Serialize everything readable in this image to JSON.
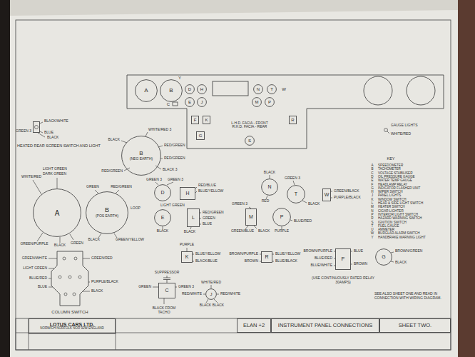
{
  "diagram": {
    "nodes": [
      {
        "text": [
          "L.H.D. FACIA - FRONT",
          "R.H.D. FACIA - REAR"
        ]
      },
      {
        "text": [
          "A"
        ],
        "in": 0
      },
      {
        "text": [
          "B"
        ],
        "in": 0
      },
      {
        "text": [
          "D"
        ],
        "in": 0
      },
      {
        "text": [
          "H"
        ],
        "in": 0
      },
      {
        "text": [
          "E"
        ],
        "in": 0
      },
      {
        "text": [
          "J"
        ],
        "in": 0
      },
      {
        "text": [
          "M"
        ],
        "in": 0
      },
      {
        "text": [
          "P"
        ],
        "in": 0
      },
      {
        "text": [
          "N"
        ],
        "in": 0
      },
      {
        "text": [
          "T"
        ],
        "in": 0
      },
      {
        "text": [
          "F"
        ],
        "in": 0
      },
      {
        "text": [
          "K"
        ],
        "in": 0
      },
      {
        "text": [
          "G"
        ],
        "in": 0
      },
      {
        "text": [
          "R"
        ],
        "in": 0
      },
      {
        "text": [
          "S"
        ],
        "in": 0
      },
      {
        "text": [
          "HEATED REAR SCREEN SWITCH AND LIGHT"
        ]
      },
      {
        "text": [
          "B",
          "(NEG EARTH)"
        ]
      },
      {
        "text": [
          "A"
        ]
      },
      {
        "text": [
          "B",
          "(POS EARTH)"
        ]
      },
      {
        "text": [
          "D"
        ]
      },
      {
        "text": [
          "H"
        ]
      },
      {
        "text": [
          "E"
        ]
      },
      {
        "text": [
          "L"
        ]
      },
      {
        "text": [
          "N"
        ]
      },
      {
        "text": [
          "T"
        ]
      },
      {
        "text": [
          "W"
        ]
      },
      {
        "text": [
          "M"
        ]
      },
      {
        "text": [
          "P"
        ]
      },
      {
        "text": [
          "COLUMN SWITCH"
        ]
      },
      {
        "text": [
          "K"
        ]
      },
      {
        "text": [
          "C"
        ]
      },
      {
        "text": [
          "J"
        ]
      },
      {
        "text": [
          "R"
        ]
      },
      {
        "text": [
          "F"
        ]
      },
      {
        "text": [
          "G"
        ]
      },
      {
        "text": [
          "LOTUS CARS LTD.",
          "NORWICH NORFOLK NOR 92W ENGLAND"
        ]
      },
      {
        "text": [
          "ELAN +2"
        ]
      },
      {
        "text": [
          "INSTRUMENT PANEL CONNECTIONS"
        ]
      },
      {
        "text": [
          "SHEET TWO."
        ]
      }
    ],
    "labels": [
      "Y",
      "C",
      "W",
      "GAUGE LIGHTS",
      "WHITE/RED",
      "KEY",
      "A",
      "SPEEDOMETER",
      "B",
      "TACHOMETER",
      "C",
      "VOLTAGE STABILISER",
      "D",
      "OIL PRESSURE GAUGE",
      "E",
      "WATER TEMP GAUGE",
      "F",
      "HEADLAMP RELAY",
      "G",
      "INDICATOR FLASHER UNIT",
      "H",
      "WIPER SWITCH",
      "J",
      "PANEL LIGHTS",
      "K",
      "WINDOW SWITCH",
      "L",
      "HEAD & SIDE LIGHT SWITCH",
      "M",
      "HEATER SWITCH",
      "N",
      "CIGAR LIGHTER",
      "P",
      "INTERIOR LIGHT SWITCH",
      "R",
      "HAZARD WARNING SWITCH",
      "S",
      "IGNITION SWITCH",
      "T",
      "FUEL GAUGE",
      "U",
      "AMMETER",
      "W",
      "BURGLAR ALARM SWITCH",
      "Y",
      "HANDBRAKE WARNING LIGHT",
      "BLACK/WHITE",
      "GREEN 3",
      "BLUE",
      "BLACK",
      "WHITE/RED 3",
      "BLACK",
      "RED/GREEN",
      "RED/GREEN",
      "BLACK 3",
      "RED/GREEN",
      "WHITE/RED",
      "LIGHT GREEN",
      "DARK GREEN",
      "GREEN/PURPLE",
      "BLACK",
      "GREEN",
      "GREEN",
      "RED/GREEN",
      "LOOP",
      "BLACK",
      "GREEN/YELLOW",
      "GREEN 3",
      "GREEN 3",
      "RED/BLUE",
      "BLUE/YELLOW",
      "LIGHT GREEN",
      "BLACK",
      "RED/GREEN",
      "GREEN",
      "BLUE",
      "BLACK",
      "BLACK",
      "RED",
      "GREEN 3",
      "BLACK",
      "GREEN/BLACK",
      "PURPLE/BLACK",
      "GREEN 3",
      "GREEN/BLUE",
      "BLACK",
      "PURPLE",
      "BLUE/RED",
      "GREEN/WHITE",
      "LIGHT GREEN",
      "BLUE/RED",
      "BLUE",
      "GREEN/RED",
      "PURPLE/BLACK",
      "BLACK",
      "PURPLE",
      "BLUE/YELLOW",
      "BLACK/BLUE",
      "SUPPRESSOR",
      "GREEN",
      "GREEN 3",
      "BLACK FROM TACHO",
      "WHITE/RED",
      "RED/WHITE",
      "RED/WHITE",
      "BLACK",
      "BLACK",
      "BROWN/PURPLE",
      "BROWN",
      "BLUE/YELLOW",
      "BLUE/BLACK",
      "BROWN/PURPLE",
      "BLUE/RED",
      "BLUE/WHITE",
      "BLUE",
      "BROWN",
      "(USE CONTINUOUSLY RATED RELAY 30AMPS)",
      "BROWN/GREEN",
      "BLACK",
      "SEE ALSO SHEET ONE AND READ IN CONNECTION WITH WIRING DIAGRAM."
    ]
  }
}
